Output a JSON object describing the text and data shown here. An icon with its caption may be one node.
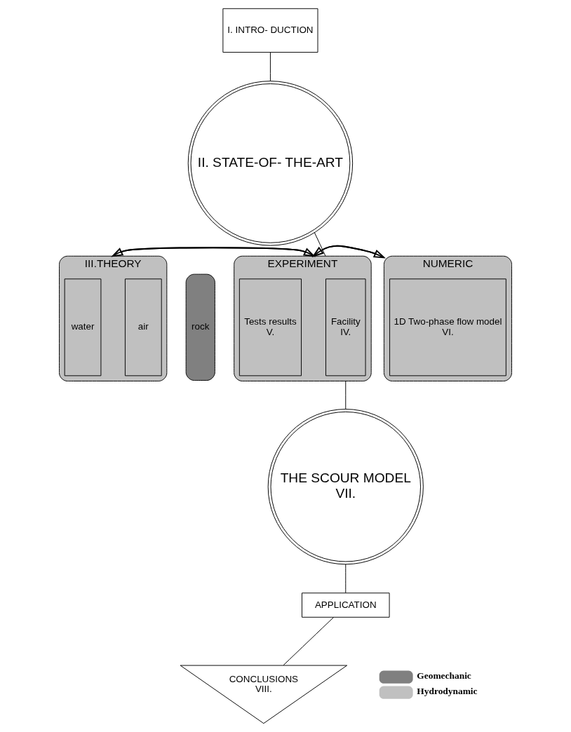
{
  "diagram": {
    "nodes": [
      {
        "text": [
          "I. INTRO- DUCTION"
        ]
      },
      {
        "text": [
          "II. STATE-OF- THE-ART"
        ]
      },
      {
        "text": [
          "III.THEORY"
        ]
      },
      {
        "text": [
          "rock"
        ]
      },
      {
        "text": [
          "air"
        ],
        "in": 2
      },
      {
        "text": [
          "water"
        ],
        "in": 2
      },
      {
        "text": [
          "EXPERIMENT"
        ]
      },
      {
        "text": [
          "Facility",
          "IV."
        ],
        "in": 6
      },
      {
        "text": [
          "Tests results",
          "V."
        ],
        "in": 6
      },
      {
        "text": [
          "NUMERIC"
        ]
      },
      {
        "text": [
          "1D Two-phase flow model",
          "VI."
        ],
        "in": 9
      },
      {
        "text": [
          "THE SCOUR MODEL",
          "VII."
        ]
      },
      {
        "text": [
          "APPLICATION"
        ]
      },
      {
        "text": [
          "CONCLUSIONS",
          "VIII."
        ]
      }
    ],
    "edges": [
      {
        "from": 0,
        "to": 1,
        "arrow": "none"
      },
      {
        "from": 1,
        "to": 6,
        "arrow": "none"
      },
      {
        "from": 2,
        "to": 6,
        "arrow": "to"
      },
      {
        "from": 6,
        "to": 2,
        "arrow": "to"
      },
      {
        "from": 6,
        "to": 9,
        "arrow": "to"
      },
      {
        "from": 9,
        "to": 6,
        "arrow": "to"
      },
      {
        "from": 6,
        "to": 11,
        "arrow": "none"
      },
      {
        "from": 11,
        "to": 12,
        "arrow": "none"
      },
      {
        "from": 12,
        "to": 13,
        "arrow": "none"
      }
    ],
    "legend": [
      {
        "text": "Geomechanic",
        "color": "#808080"
      },
      {
        "text": "Hydrodynamic",
        "color": "#c0c0c0"
      }
    ]
  }
}
